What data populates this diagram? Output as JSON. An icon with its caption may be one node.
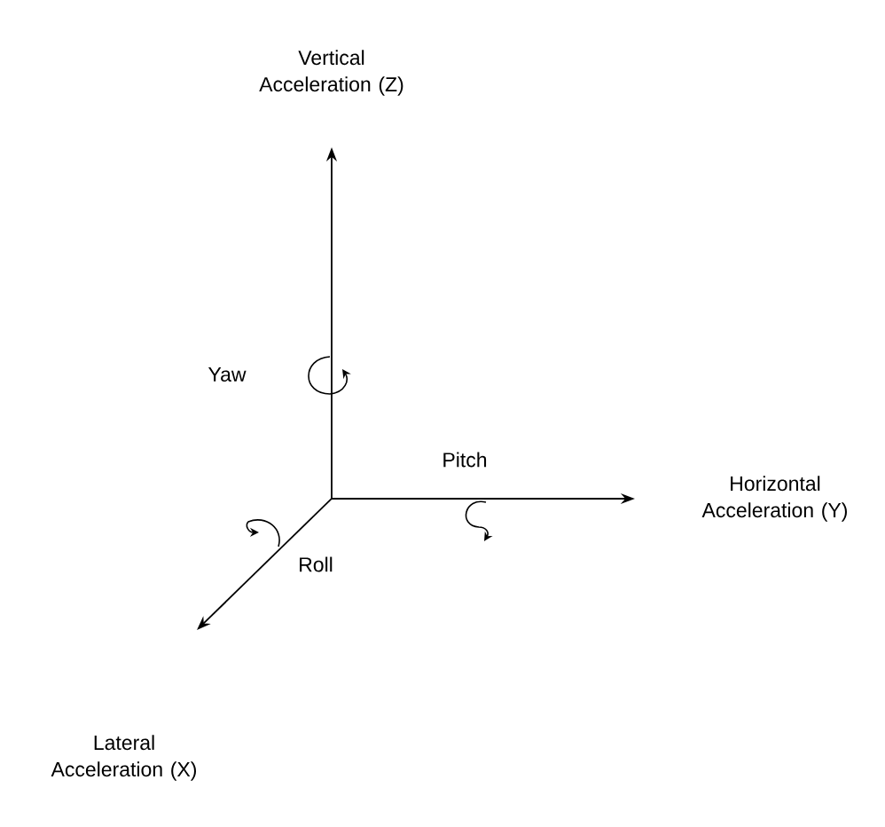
{
  "diagram": {
    "labels": [
      "Vertical Acceleration (Z)",
      "Yaw",
      "Pitch",
      "Horizontal Acceleration (Y)",
      "Roll",
      "Lateral Acceleration (X)"
    ]
  }
}
